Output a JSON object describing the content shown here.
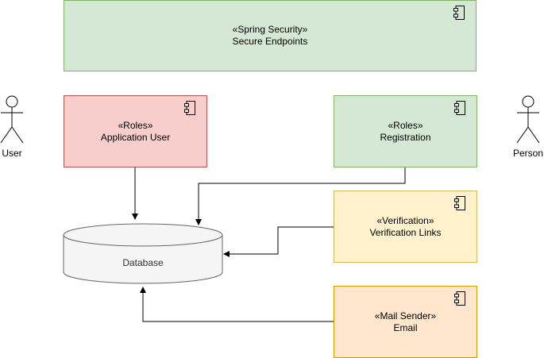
{
  "components": {
    "spring_security": {
      "stereotype": "«Spring Security»",
      "name": "Secure Endpoints"
    },
    "application_user": {
      "stereotype": "«Roles»",
      "name": "Application User"
    },
    "registration": {
      "stereotype": "«Roles»",
      "name": "Registration"
    },
    "verification_links": {
      "stereotype": "«Verification»",
      "name": "Verification Links"
    },
    "email": {
      "stereotype": "«Mail Sender»",
      "name": "Email"
    }
  },
  "actors": {
    "user": {
      "label": "User"
    },
    "person": {
      "label": "Person"
    }
  },
  "database": {
    "label": "Database"
  },
  "colors": {
    "green_fill": "#d5e8d4",
    "green_stroke": "#82b366",
    "red_fill": "#f8cecc",
    "red_stroke": "#b85450",
    "yellow_fill": "#fff2cc",
    "yellow_stroke": "#d6b656",
    "orange_fill": "#ffe6cc",
    "orange_stroke": "#d79b00",
    "database_fill": "#f5f5f5",
    "database_stroke": "#666666"
  }
}
